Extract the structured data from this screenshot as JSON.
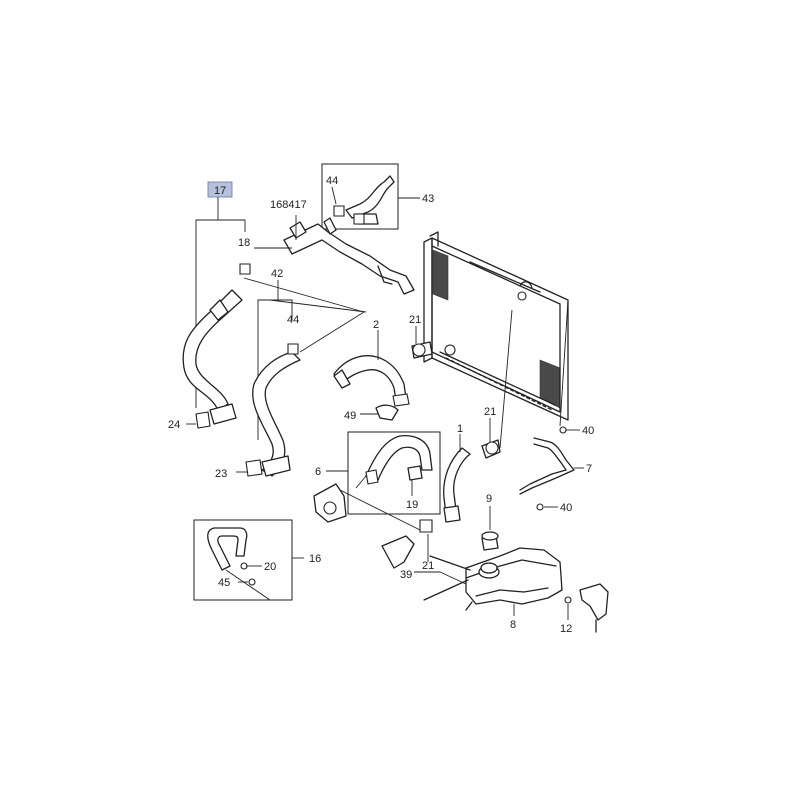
{
  "callouts": {
    "c17": "17",
    "c18": "18",
    "c168417": "168417",
    "c42": "42",
    "c44a": "44",
    "c44b": "44",
    "c43": "43",
    "c2": "2",
    "c21a": "21",
    "c21b": "21",
    "c21c": "21",
    "c49": "49",
    "c1": "1",
    "c40a": "40",
    "c40b": "40",
    "c7": "7",
    "c24": "24",
    "c23": "23",
    "c6": "6",
    "c19": "19",
    "c9": "9",
    "c16": "16",
    "c20": "20",
    "c45": "45",
    "c39": "39",
    "c8": "8",
    "c12": "12"
  },
  "highlighted_callout": "17",
  "colors": {
    "highlight_fill": "#b7c0dd",
    "line": "#222222"
  }
}
